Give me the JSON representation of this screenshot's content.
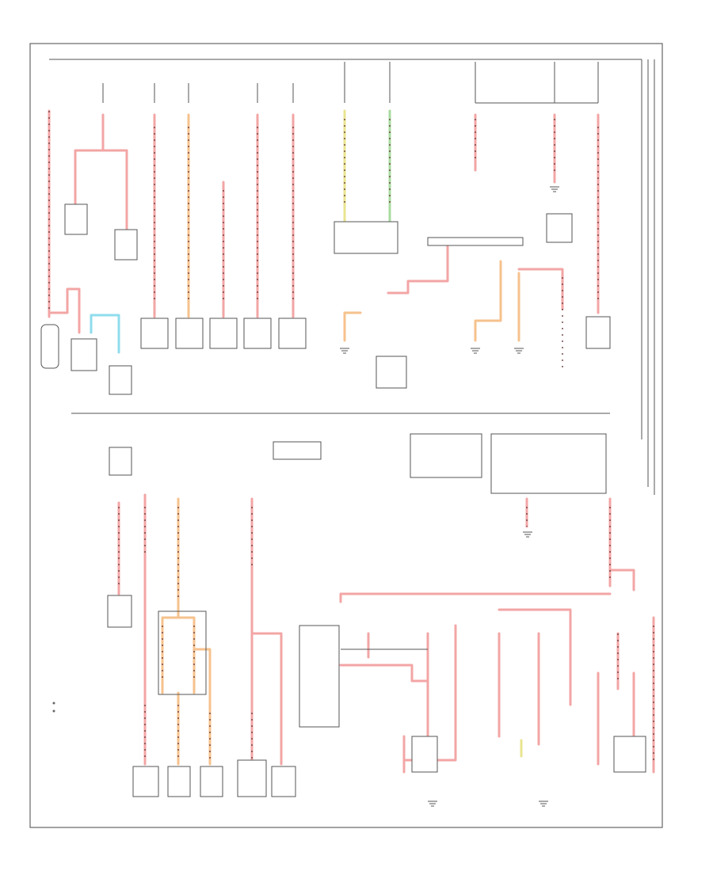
{
  "diagram": {
    "background": "#ffffff",
    "line_color": "#555555",
    "wire_colors": {
      "red": "#f3a5a5",
      "orange": "#f6c28d",
      "green": "#a8dba0",
      "cyan": "#8fdcec",
      "yellow": "#e9e48f"
    }
  },
  "components": [
    {
      "id": "c1",
      "label": ""
    },
    {
      "id": "c2",
      "label": ""
    },
    {
      "id": "c3",
      "label": ""
    },
    {
      "id": "c4",
      "label": ""
    },
    {
      "id": "c5",
      "label": ""
    },
    {
      "id": "c6",
      "label": ""
    },
    {
      "id": "c7",
      "label": ""
    },
    {
      "id": "c8",
      "label": ""
    },
    {
      "id": "c9",
      "label": ""
    },
    {
      "id": "c10",
      "label": ""
    },
    {
      "id": "c11",
      "label": ""
    },
    {
      "id": "c12",
      "label": ""
    },
    {
      "id": "c13",
      "label": ""
    },
    {
      "id": "c14",
      "label": ""
    },
    {
      "id": "c15",
      "label": ""
    },
    {
      "id": "c16",
      "label": ""
    },
    {
      "id": "c17",
      "label": ""
    },
    {
      "id": "c18",
      "label": ""
    },
    {
      "id": "c19",
      "label": ""
    },
    {
      "id": "c20",
      "label": ""
    },
    {
      "id": "c21",
      "label": ""
    },
    {
      "id": "c22",
      "label": ""
    },
    {
      "id": "c23",
      "label": ""
    },
    {
      "id": "c24",
      "label": ""
    },
    {
      "id": "c25",
      "label": ""
    },
    {
      "id": "c26",
      "label": ""
    },
    {
      "id": "c27",
      "label": ""
    },
    {
      "id": "c28",
      "label": ""
    }
  ],
  "legend": [
    {
      "id": "l1",
      "label": ""
    },
    {
      "id": "l2",
      "label": ""
    }
  ]
}
